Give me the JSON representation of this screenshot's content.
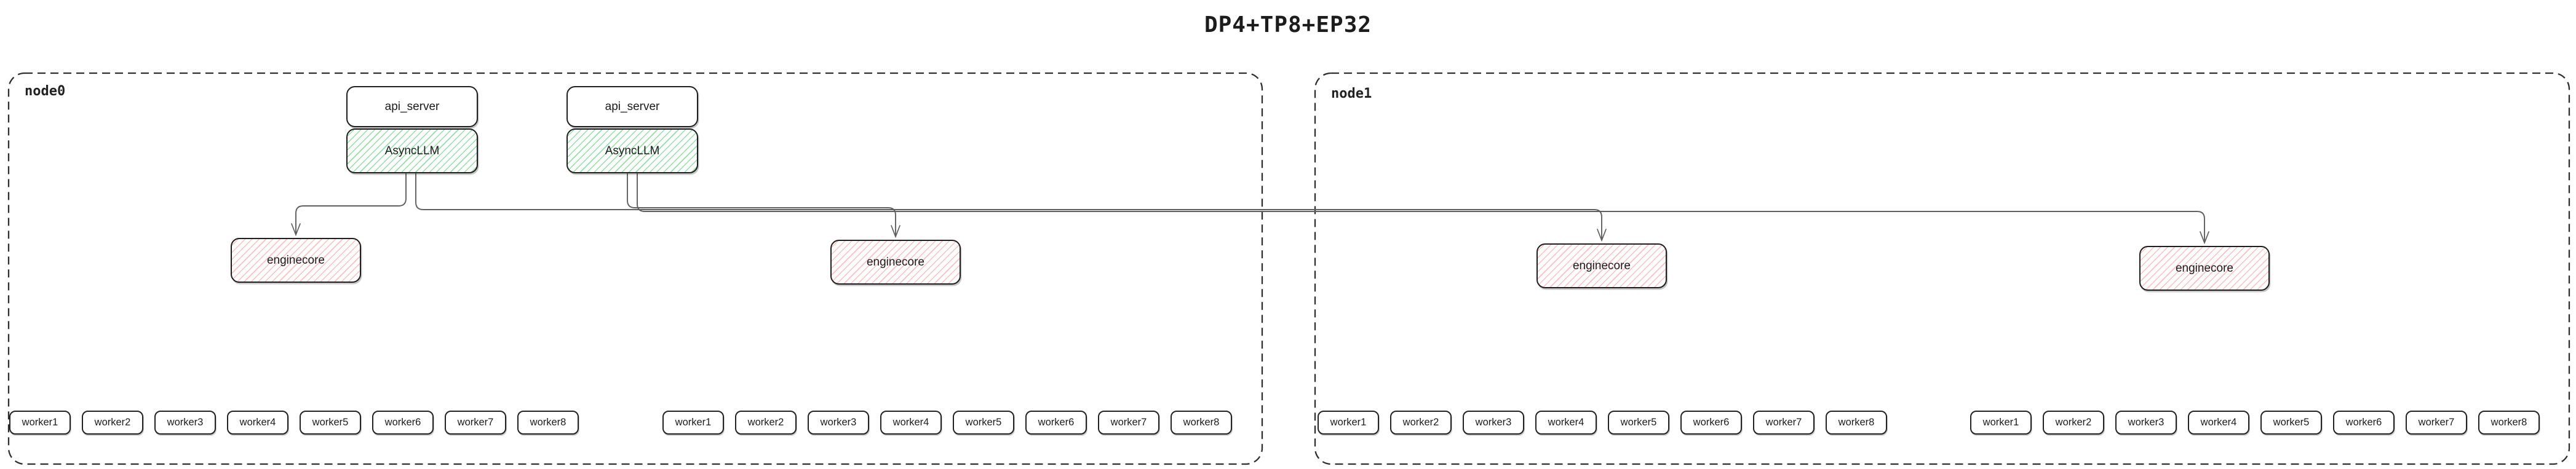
{
  "title": "DP4+TP8+EP32",
  "colors": {
    "background": "#ffffff",
    "box_border": "#1e1e1e",
    "node_dashed_border": "#2e2e2e",
    "edge_line": "#5f5f5f",
    "green_hatch": "#8fe3a0",
    "red_hatch": "#ffbdbd",
    "text": "#1c1c1c"
  },
  "nodes": [
    {
      "label": "node0",
      "stacks": [
        {
          "api_server_label": "api_server",
          "asyncllm_label": "AsyncLLM"
        },
        {
          "api_server_label": "api_server",
          "asyncllm_label": "AsyncLLM"
        }
      ],
      "enginecores": [
        {
          "label": "enginecore"
        },
        {
          "label": "enginecore"
        }
      ],
      "worker_groups": [
        {
          "workers": [
            "worker1",
            "worker2",
            "worker3",
            "worker4",
            "worker5",
            "worker6",
            "worker7",
            "worker8"
          ]
        },
        {
          "workers": [
            "worker1",
            "worker2",
            "worker3",
            "worker4",
            "worker5",
            "worker6",
            "worker7",
            "worker8"
          ]
        }
      ]
    },
    {
      "label": "node1",
      "stacks": [],
      "enginecores": [
        {
          "label": "enginecore"
        },
        {
          "label": "enginecore"
        }
      ],
      "worker_groups": [
        {
          "workers": [
            "worker1",
            "worker2",
            "worker3",
            "worker4",
            "worker5",
            "worker6",
            "worker7",
            "worker8"
          ]
        },
        {
          "workers": [
            "worker1",
            "worker2",
            "worker3",
            "worker4",
            "worker5",
            "worker6",
            "worker7",
            "worker8"
          ]
        }
      ]
    }
  ],
  "edges": [
    {
      "from": "AsyncLLM-1 (node0)",
      "to": "enginecore-1 (node0)"
    },
    {
      "from": "AsyncLLM-1 (node0)",
      "to": "enginecore-3 (node1)"
    },
    {
      "from": "AsyncLLM-2 (node0)",
      "to": "enginecore-2 (node0)"
    },
    {
      "from": "AsyncLLM-2 (node0)",
      "to": "enginecore-4 (node1)"
    }
  ]
}
